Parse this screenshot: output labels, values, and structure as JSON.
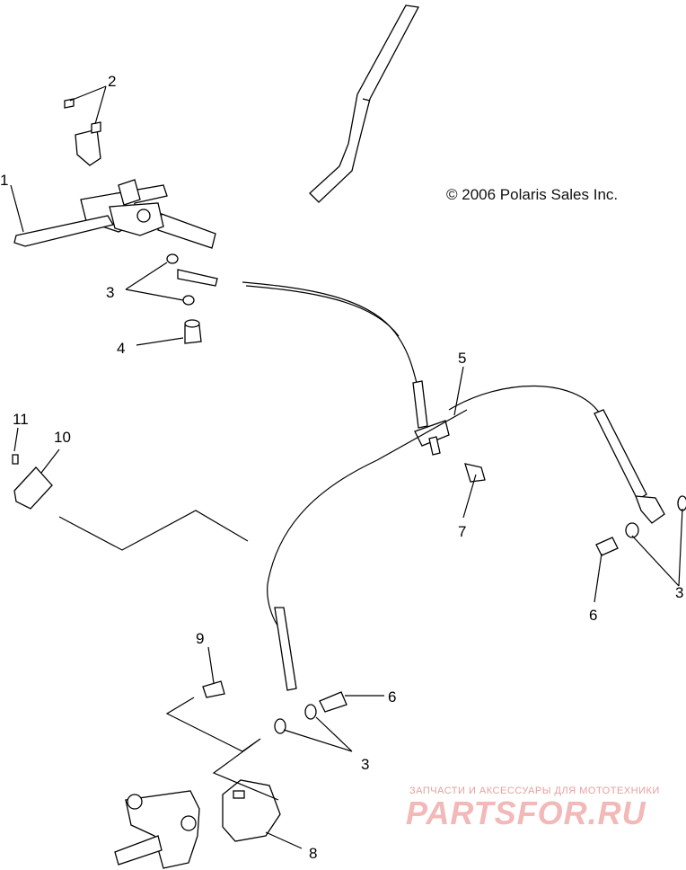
{
  "copyright": "© 2006 Polaris Sales Inc.",
  "watermark": {
    "tagline": "ЗАПЧАСТИ И АКСЕССУАРЫ ДЛЯ МОТОТЕХНИКИ",
    "logo_text": "PARTSFOR.RU"
  },
  "callouts": {
    "c1": "1",
    "c2": "2",
    "c3a": "3",
    "c3b": "3",
    "c3c": "3",
    "c4": "4",
    "c5": "5",
    "c6a": "6",
    "c6b": "6",
    "c7": "7",
    "c8": "8",
    "c9": "9",
    "c10": "10",
    "c11": "11"
  }
}
